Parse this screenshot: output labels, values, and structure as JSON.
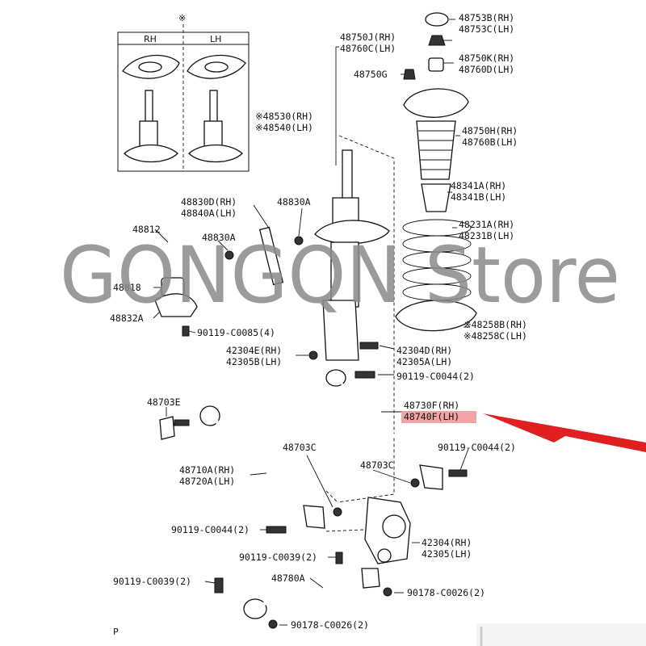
{
  "inset": {
    "mark": "※",
    "rh": "RH",
    "lh": "LH"
  },
  "labels": {
    "l48753B": "48753B(RH)",
    "l48753C": "48753C(LH)",
    "l48750J": "48750J(RH)",
    "l48760C": "48760C(LH)",
    "l48750K": "48750K(RH)",
    "l48760D": "48760D(LH)",
    "l48750G": "48750G",
    "l48530": "※48530(RH)",
    "l48540": "※48540(LH)",
    "l48750H": "48750H(RH)",
    "l48760B": "48760B(LH)",
    "l48341A": "48341A(RH)",
    "l48341B": "48341B(LH)",
    "l48830D": "48830D(RH)",
    "l48840A": "48840A(LH)",
    "l48830A_1": "48830A",
    "l48231A": "48231A(RH)",
    "l48231B": "48231B(LH)",
    "l48812": "48812",
    "l48830A_2": "48830A",
    "l48818": "48818",
    "l48832A": "48832A",
    "l90119_C0085": "90119-C0085(4)",
    "l48258B": "※48258B(RH)",
    "l48258C": "※48258C(LH)",
    "l42304E": "42304E(RH)",
    "l42305B": "42305B(LH)",
    "l42304D": "42304D(RH)",
    "l42305A": "42305A(LH)",
    "l90119_C0044_a": "90119-C0044(2)",
    "l48703E": "48703E",
    "l48730F": "48730F(RH)",
    "l48740F": "48740F(LH)",
    "l48703C_1": "48703C",
    "l90119_C0044_b": "90119-C0044(2)",
    "l48703C_2": "48703C",
    "l48710A": "48710A(RH)",
    "l48720A": "48720A(LH)",
    "l90119_C0044_c": "90119-C0044(2)",
    "l42304": "42304(RH)",
    "l42305": "42305(LH)",
    "l90119_C0039_a": "90119-C0039(2)",
    "l48780A": "48780A",
    "l90119_C0039_b": "90119-C0039(2)",
    "l90178_C0026_a": "90178-C0026(2)",
    "l90178_C0026_b": "90178-C0026(2)",
    "pageMark": "P"
  },
  "watermark": "GONGQN Store",
  "colors": {
    "highlight": "#f2a3a3",
    "arrow": "#e02020",
    "watermark": "#8a8a8a"
  }
}
